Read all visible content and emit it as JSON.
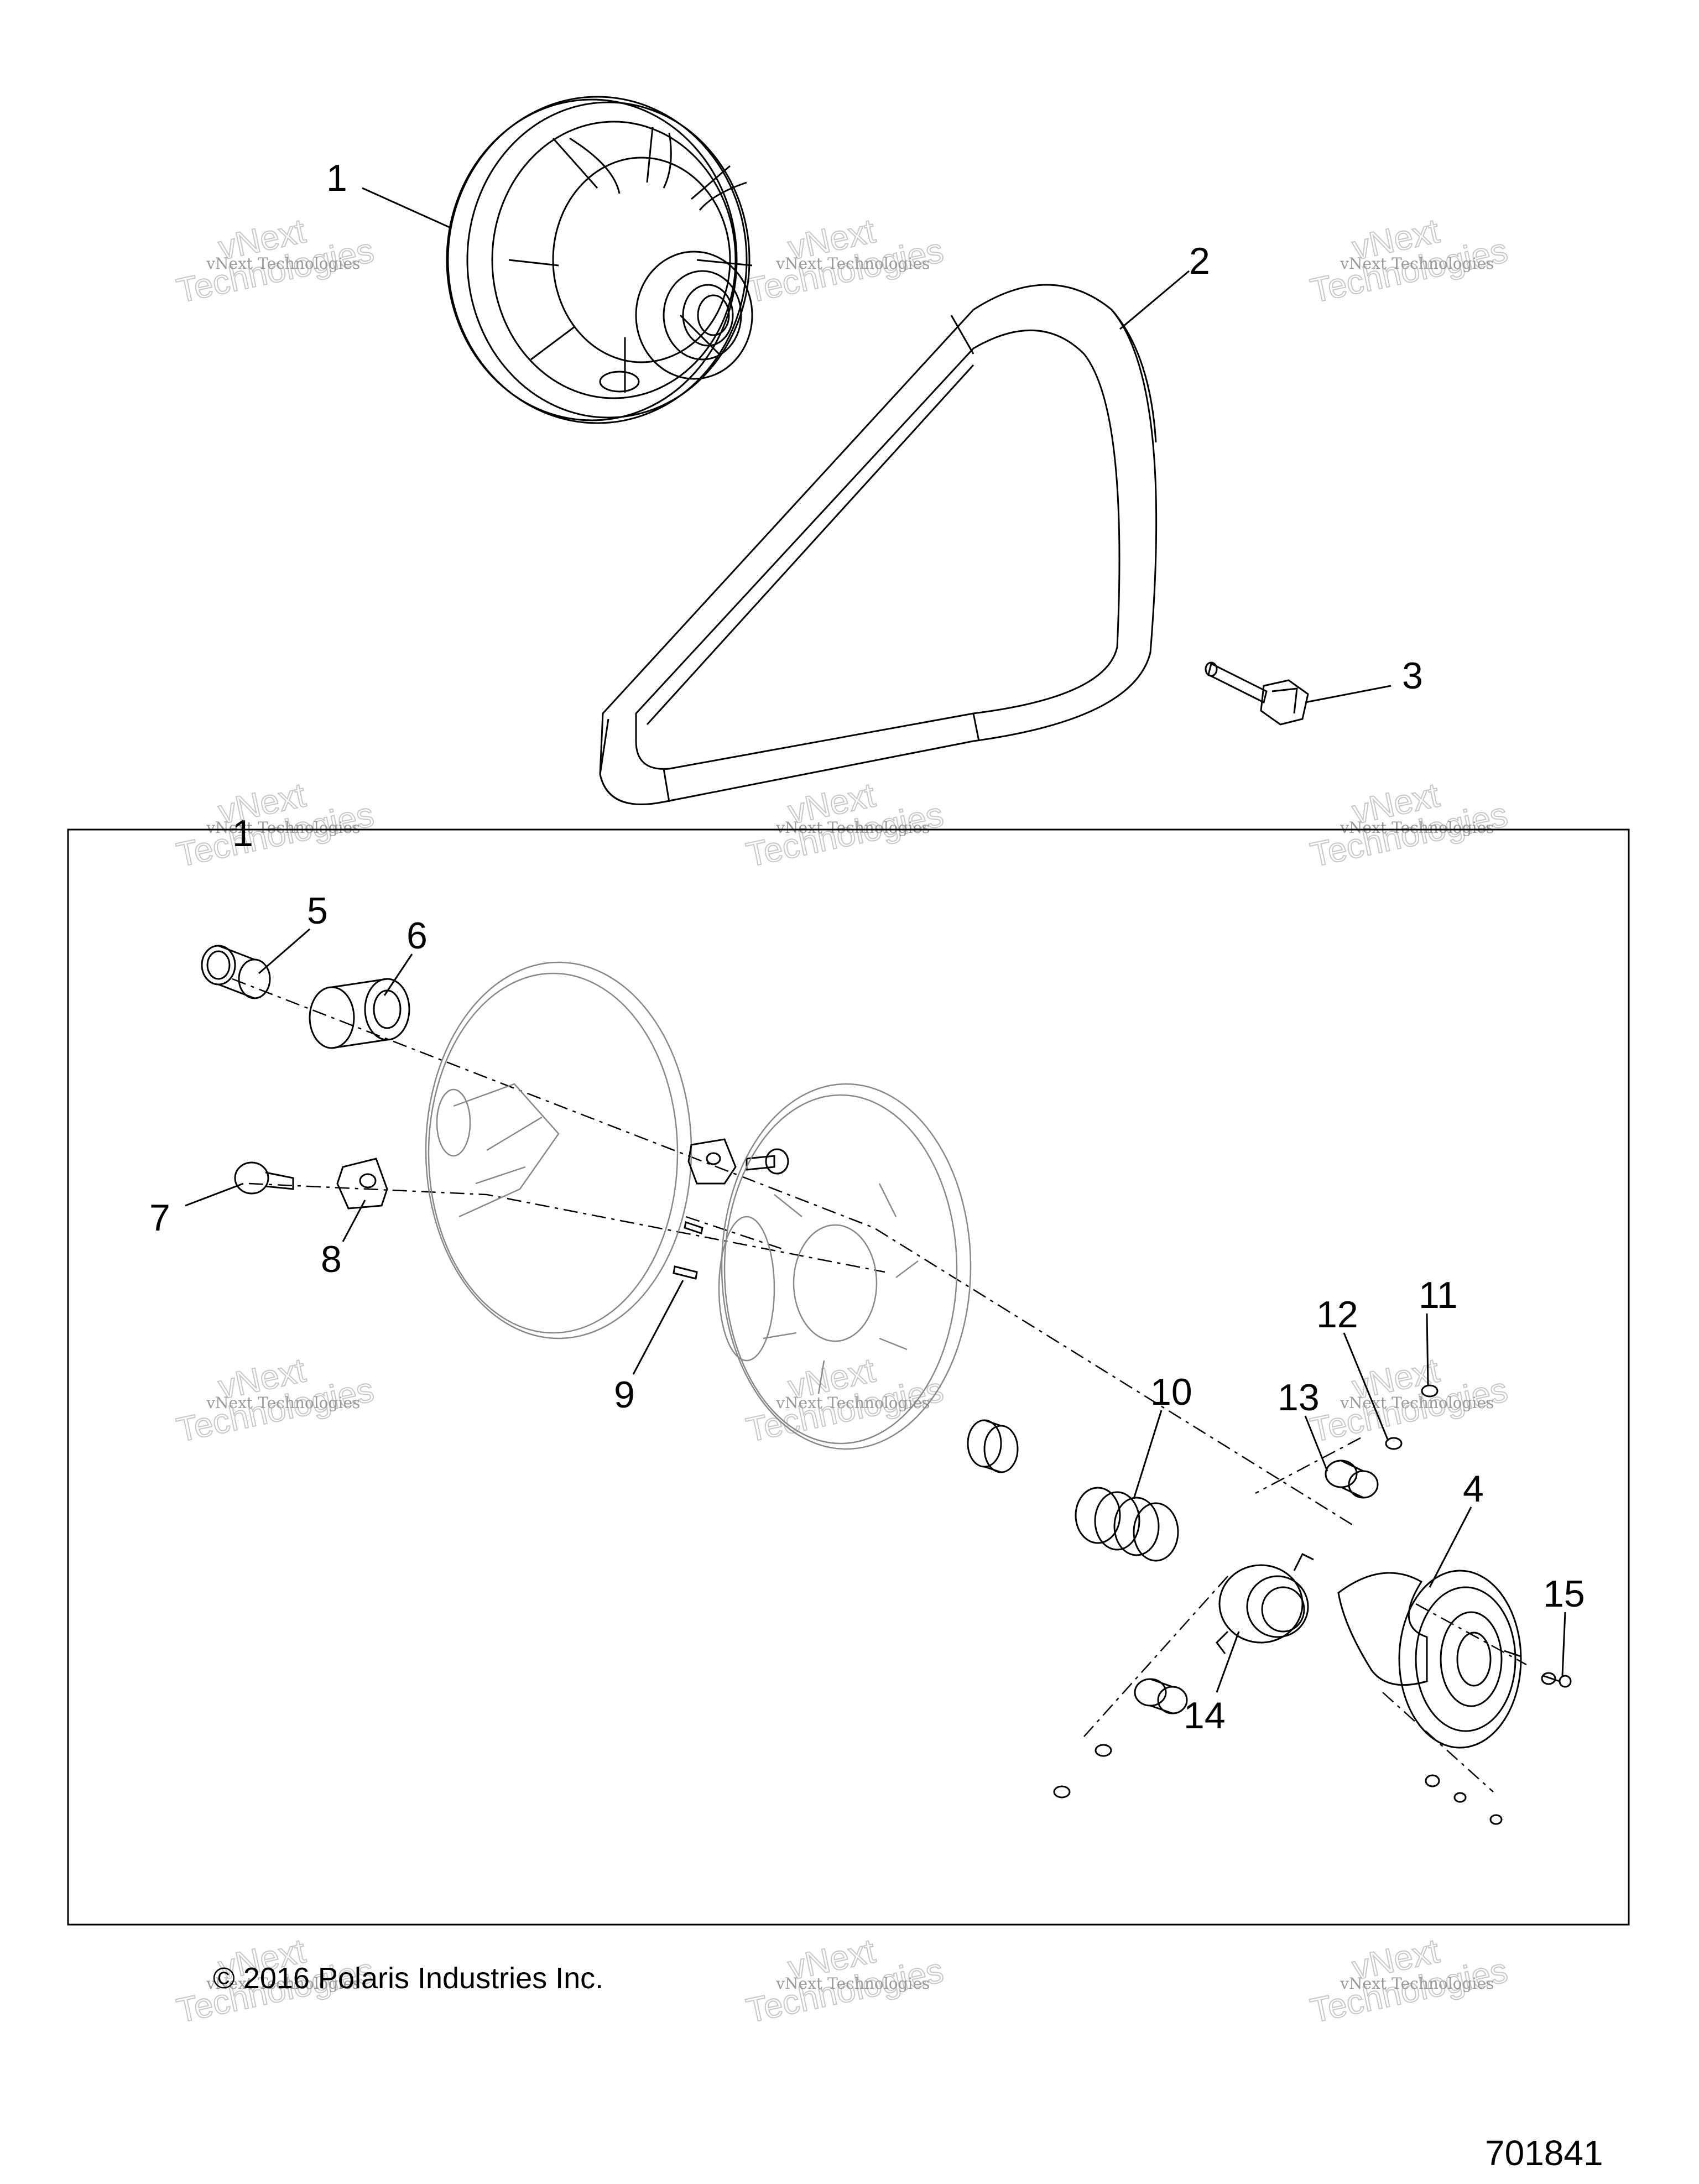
{
  "callouts": {
    "c1_top": "1",
    "c2": "2",
    "c3": "3",
    "c1_box": "1",
    "c4": "4",
    "c5": "5",
    "c6": "6",
    "c7": "7",
    "c8": "8",
    "c9": "9",
    "c10": "10",
    "c11": "11",
    "c12": "12",
    "c13": "13",
    "c14": "14",
    "c15": "15"
  },
  "watermark": {
    "line1": "vNext Technologies",
    "line2": "vNext",
    "line3": "Technologies"
  },
  "footer": {
    "copyright": "© 2016 Polaris Industries Inc.",
    "diagram_id": "701841"
  }
}
